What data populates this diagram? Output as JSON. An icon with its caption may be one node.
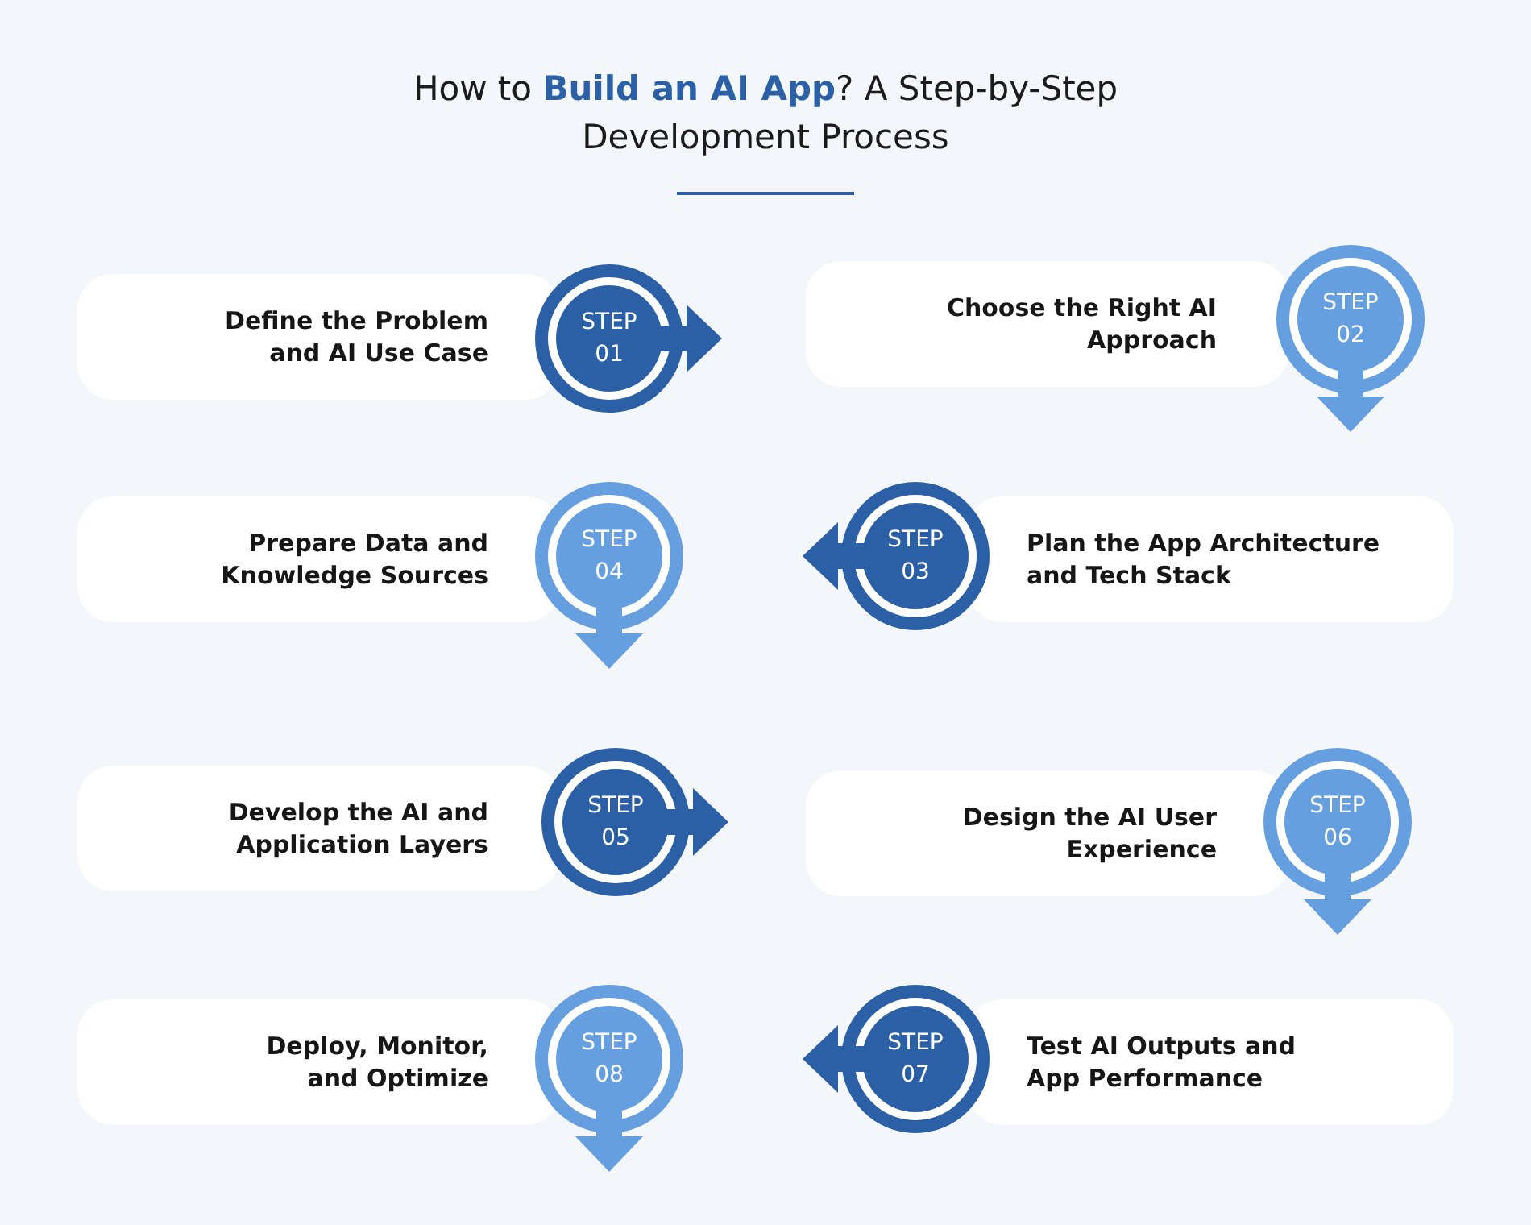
{
  "diagram": {
    "title": "How to **Build an AI App**? A Step-by-Step Development Process",
    "nodes": [
      {
        "text": [
          "Define the Problem and AI Use Case"
        ]
      },
      {
        "text": [
          "STEP 01"
        ]
      },
      {
        "text": [
          "Choose the Right AI Approach"
        ]
      },
      {
        "text": [
          "STEP 02"
        ]
      },
      {
        "text": [
          "Prepare Data and Knowledge Sources"
        ]
      },
      {
        "text": [
          "STEP 04"
        ]
      },
      {
        "text": [
          "STEP 03"
        ]
      },
      {
        "text": [
          "Plan the App Architecture and Tech Stack"
        ]
      },
      {
        "text": [
          "Develop the AI and Application Layers"
        ]
      },
      {
        "text": [
          "STEP 05"
        ]
      },
      {
        "text": [
          "Design the AI User Experience"
        ]
      },
      {
        "text": [
          "STEP 06"
        ]
      },
      {
        "text": [
          "Deploy, Monitor, and Optimize"
        ]
      },
      {
        "text": [
          "STEP 08"
        ]
      },
      {
        "text": [
          "STEP 07"
        ]
      },
      {
        "text": [
          "Test AI Outputs and App Performance"
        ]
      }
    ]
  }
}
